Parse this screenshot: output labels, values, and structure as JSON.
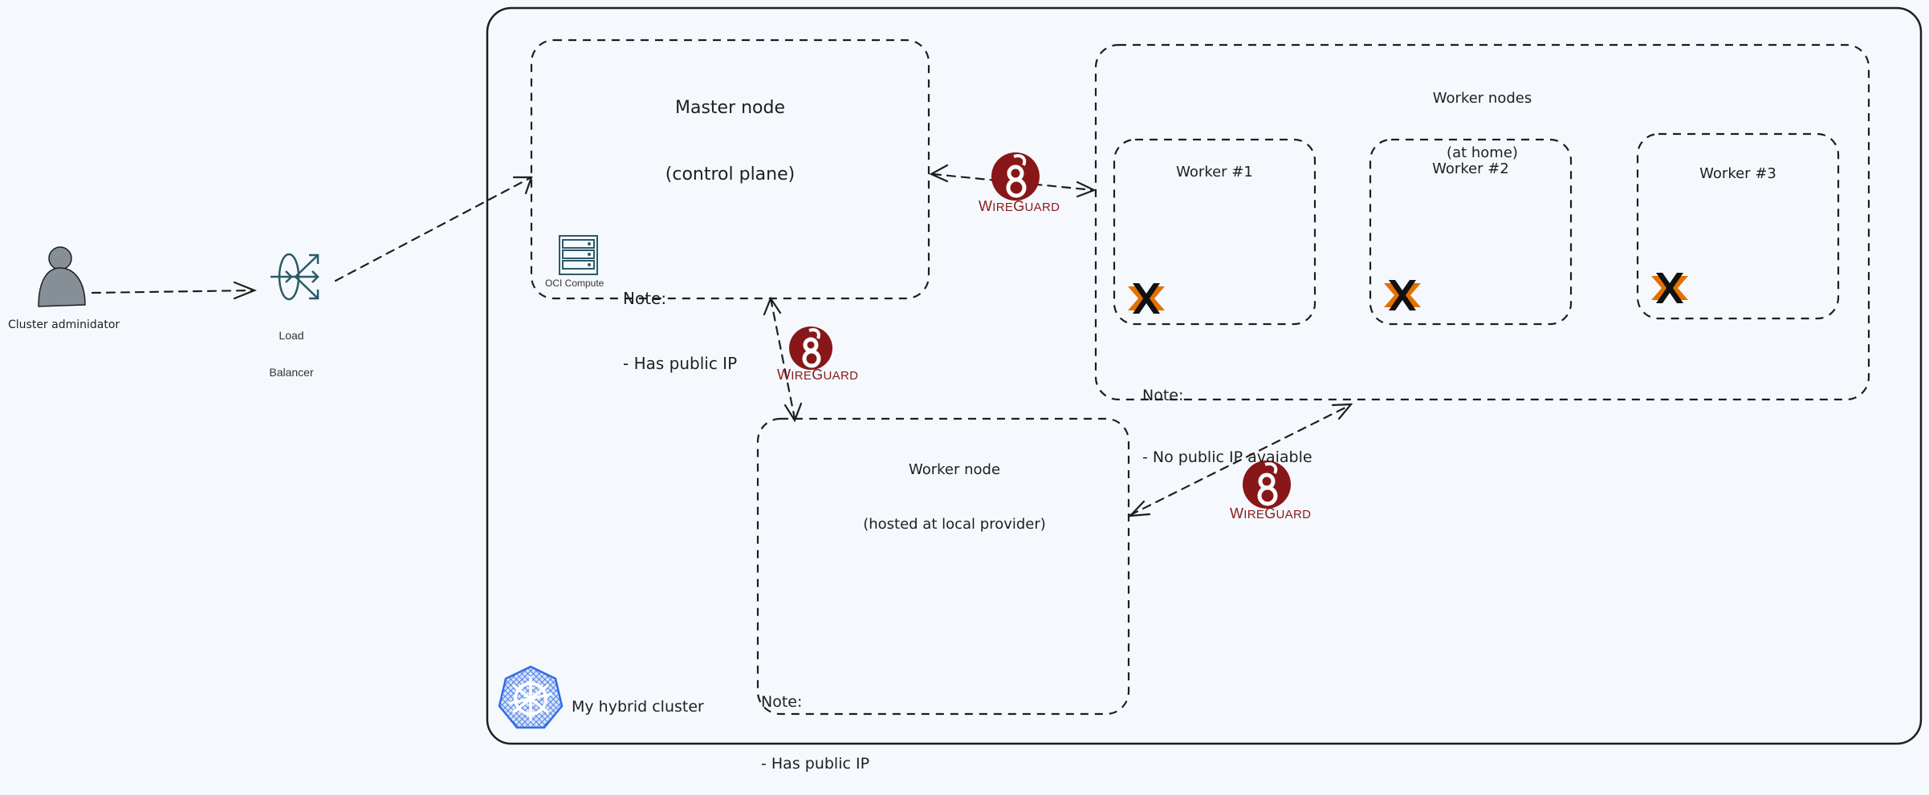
{
  "diagram": {
    "title": "My hybrid cluster",
    "actors": {
      "admin_label": "Cluster adminidator",
      "load_balancer_label_1": "Load",
      "load_balancer_label_2": "Balancer"
    },
    "master_node": {
      "title_1": "Master node",
      "title_2": "(control plane)",
      "compute_label": "OCI Compute",
      "note_title": "Note:",
      "note_line": "- Has public IP"
    },
    "worker_nodes_home": {
      "title_1": "Worker nodes",
      "title_2": "(at home)",
      "workers": [
        {
          "label": "Worker #1",
          "icon": "proxmox-icon"
        },
        {
          "label": "Worker #2",
          "icon": "proxmox-icon"
        },
        {
          "label": "Worker #3",
          "icon": "proxmox-icon"
        }
      ],
      "note_title": "Note:",
      "note_line": "- No public IP avaiable"
    },
    "worker_node_provider": {
      "title_1": "Worker node",
      "title_2": "(hosted at local provider)",
      "note_title": "Note:",
      "note_line": "- Has public IP"
    },
    "vpn": {
      "brand_w": "W",
      "brand_ire": "IRE",
      "brand_g": "G",
      "brand_uard": "UARD",
      "links": [
        {
          "from": "Master node",
          "to": "Worker nodes (at home)",
          "via": "WireGuard"
        },
        {
          "from": "Master node",
          "to": "Worker node (hosted at local provider)",
          "via": "WireGuard"
        },
        {
          "from": "Worker node (hosted at local provider)",
          "to": "Worker nodes (at home)",
          "via": "WireGuard"
        }
      ]
    },
    "flows": [
      {
        "from": "Cluster adminidator",
        "to": "Load Balancer"
      },
      {
        "from": "Load Balancer",
        "to": "Master node"
      }
    ],
    "colors": {
      "background": "#f5f9fd",
      "stroke": "#1e1e1e",
      "wireguard": "#88171a",
      "proxmox_orange": "#e57000",
      "kubernetes_blue": "#326ce5",
      "oci_teal": "#2d5967",
      "admin_gray": "#868e96"
    }
  }
}
